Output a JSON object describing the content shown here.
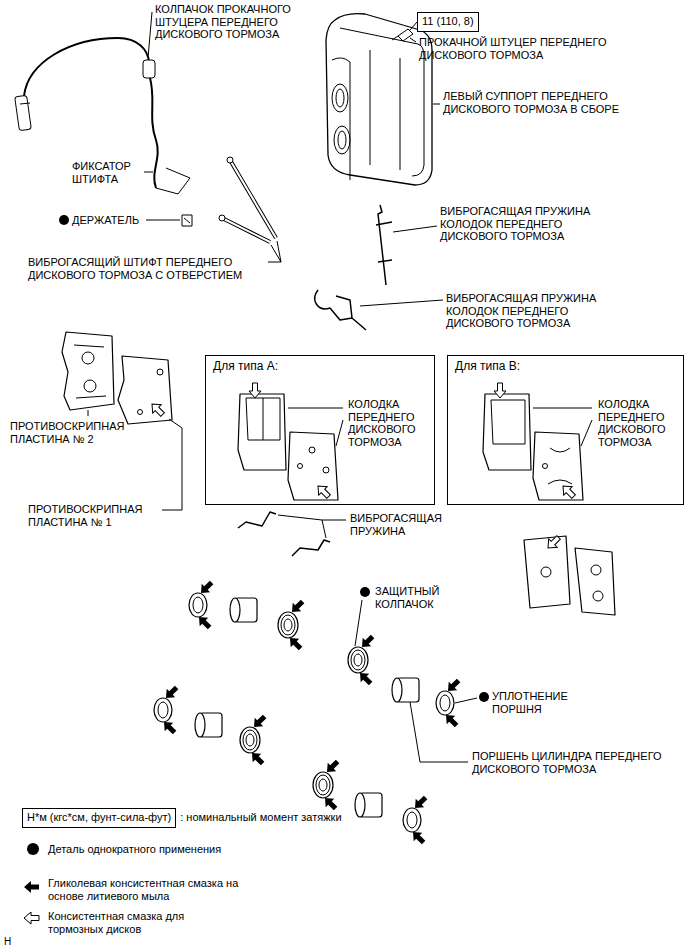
{
  "diagram": {
    "nodes": [
      {
        "text": [
          "11 (110, 8)"
        ]
      },
      {
        "text": [
          "Для типа A:",
          "КОЛОДКА ПЕРЕДНЕГО ДИСКОВОГО ТОРМОЗА"
        ]
      },
      {
        "text": [
          "Для типа B:",
          "КОЛОДКА ПЕРЕДНЕГО ДИСКОВОГО ТОРМОЗА"
        ]
      },
      {
        "text": [
          "Н*м (кгс*см, фунт-сила-фут)"
        ]
      }
    ],
    "labels": [
      "КОЛПАЧОК ПРОКАЧНОГО ШТУЦЕРА ПЕРЕДНЕГО ДИСКОВОГО ТОРМОЗА",
      "ПРОКАЧНОЙ ШТУЦЕР ПЕРЕДНЕГО ДИСКОВОГО ТОРМОЗА",
      "ЛЕВЫЙ СУППОРТ ПЕРЕДНЕГО ДИСКОВОГО ТОРМОЗА В СБОРЕ",
      "ФИКСАТОР ШТИФТА",
      "ДЕРЖАТЕЛЬ",
      "ВИБРОГАСЯЩИЙ ШТИФТ ПЕРЕДНЕГО ДИСКОВОГО ТОРМОЗА С ОТВЕРСТИЕМ",
      "ВИБРОГАСЯЩАЯ ПРУЖИНА КОЛОДОК ПЕРЕДНЕГО ДИСКОВОГО ТОРМОЗА",
      "ВИБРОГАСЯЩАЯ ПРУЖИНА КОЛОДОК ПЕРЕДНЕГО ДИСКОВОГО ТОРМОЗА",
      "ПРОТИВОСКРИПНАЯ ПЛАСТИНА № 2",
      "ПРОТИВОСКРИПНАЯ ПЛАСТИНА № 1",
      "ВИБРОГАСЯЩАЯ ПРУЖИНА",
      "ЗАЩИТНЫЙ КОЛПАЧОК",
      "УПЛОТНЕНИЕ ПОРШНЯ",
      "ПОРШЕНЬ ЦИЛИНДРА ПЕРЕДНЕГО ДИСКОВОГО ТОРМОЗА",
      "H"
    ],
    "legend": [
      {
        "text": ": номинальный момент затяжки"
      },
      {
        "text": "Деталь однократного применения"
      },
      {
        "text": "Гликолевая консистентная смазка на основе литиевого мыла"
      },
      {
        "text": "Консистентная смазка для тормозных дисков"
      }
    ]
  }
}
